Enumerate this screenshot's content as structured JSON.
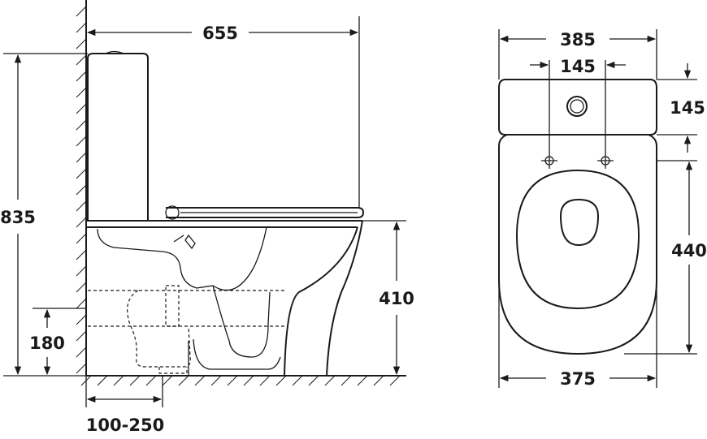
{
  "side_view": {
    "width": "655",
    "total_height": "835",
    "rim_height": "410",
    "outlet_height": "180",
    "outlet_offset": "100-250"
  },
  "top_view": {
    "overall_width": "385",
    "hole_spacing": "145",
    "tank_depth": "145",
    "bowl_length": "440",
    "bowl_width": "375"
  }
}
